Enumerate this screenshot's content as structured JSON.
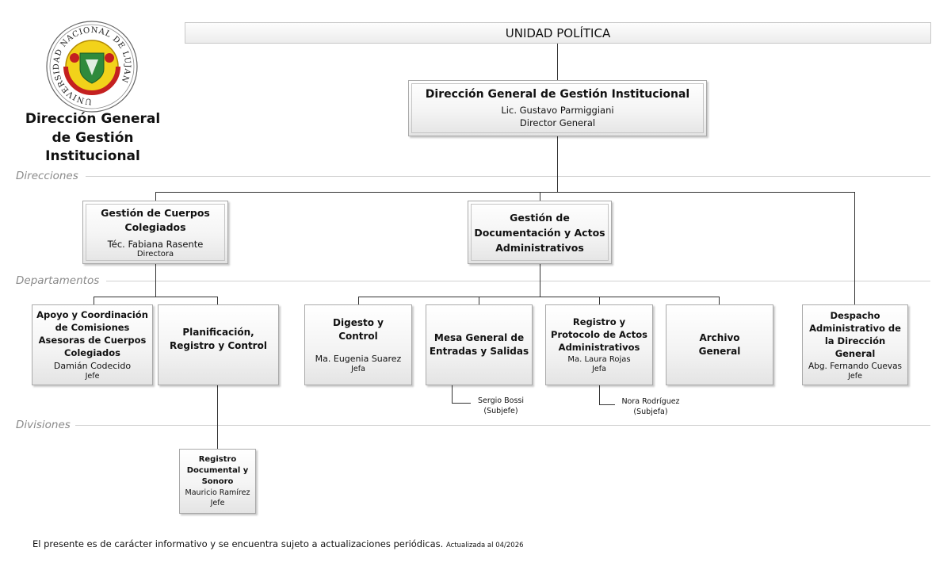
{
  "header": {
    "unit_title": "UNIDAD POLÍTICA"
  },
  "logo": {
    "text": "UNIVERSIDAD NACIONAL DE LUJAN"
  },
  "side_title": "Dirección General de Gestión Institucional",
  "levels": {
    "direcciones": "Direcciones",
    "departamentos": "Departamentos",
    "divisiones": "Divisiones"
  },
  "top": {
    "title": "Dirección General de Gestión Institucional",
    "person": "Lic. Gustavo Parmiggiani",
    "role": "Director General"
  },
  "dir_cuerpos": {
    "title": "Gestión de Cuerpos Colegiados",
    "person": "Téc. Fabiana Rasente",
    "role": "Directora"
  },
  "dir_documentacion": {
    "title": "Gestión de Documentación y Actos Administrativos"
  },
  "dept_apoyo": {
    "title": "Apoyo y Coordinación de Comisiones Asesoras de Cuerpos Colegiados",
    "person": "Damián Codecido",
    "role": "Jefe"
  },
  "dept_planificacion": {
    "title": "Planificación, Registro y Control"
  },
  "dept_digesto": {
    "title": "Digesto y Control",
    "person": "Ma. Eugenia Suarez",
    "role": "Jefa"
  },
  "dept_mesa": {
    "title": "Mesa General de Entradas y Salidas"
  },
  "dept_registro": {
    "title": "Registro y Protocolo de Actos Administrativos",
    "person": "Ma. Laura Rojas",
    "role": "Jefa"
  },
  "dept_archivo": {
    "title": "Archivo General"
  },
  "dept_despacho": {
    "title": "Despacho Administrativo de la Dirección General",
    "person": "Abg. Fernando Cuevas",
    "role": "Jefe"
  },
  "sub_mesa": {
    "person": "Sergio Bossi",
    "role": "(Subjefe)"
  },
  "sub_registro": {
    "person": "Nora Rodríguez",
    "role": "(Subjefa)"
  },
  "div_registro": {
    "title": "Registro Documental y Sonoro",
    "person": "Mauricio Ramírez",
    "role": "Jefe"
  },
  "footer": {
    "text": "El presente es de carácter informativo y se encuentra sujeto a actualizaciones periódicas.",
    "updated": "Actualizada al 04/2026"
  }
}
